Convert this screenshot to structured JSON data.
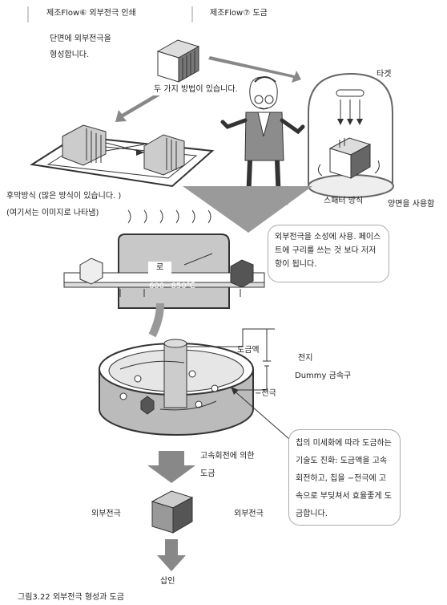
{
  "header": {
    "left": "제조Flow⑥ 외부전극 인쇄",
    "right": "제조Flow⑦ 도금"
  },
  "print_section": {
    "intro_line1": "단면에 외부전극을",
    "intro_line2": "형성합니다.",
    "methods": "두 가지 방법이 있습니다.",
    "thick_film_line1": "후막방식 (많은 방식이 있습니다. )",
    "thick_film_line2": "(여기서는 이미지로 나타냄)",
    "target": "타겟",
    "sputter": "스패터 방식",
    "both_sides": "양면을 사용함"
  },
  "furnace": {
    "label": "로",
    "temp": "600~850℃",
    "note": "외부전극을 소성에 사용. 페이스트에 구리를 쓰는 것 보다 저저항이 됩니다."
  },
  "plating": {
    "solution": "도금액",
    "battery": "전지",
    "dummy": "Dummy 금속구",
    "minus_electrode": "−전극",
    "note": "칩의 미세화에 따라 도금하는 기술도 진화: 도금액을 고속 회전하고, 칩을 −전극에 고속으로 부딪쳐서 효율좋게 도금합니다.",
    "spin_line1": "고속회전에 의한",
    "spin_line2": "도금",
    "electrode_left": "외부전극",
    "electrode_right": "외부전극",
    "insert": "삽인"
  },
  "caption": "그림3.22 외부전극 형성과 도금",
  "colors": {
    "outline": "#333333",
    "shade": "#9a9a9a",
    "furnace": "#bdbdbd",
    "arrow": "#999999"
  }
}
